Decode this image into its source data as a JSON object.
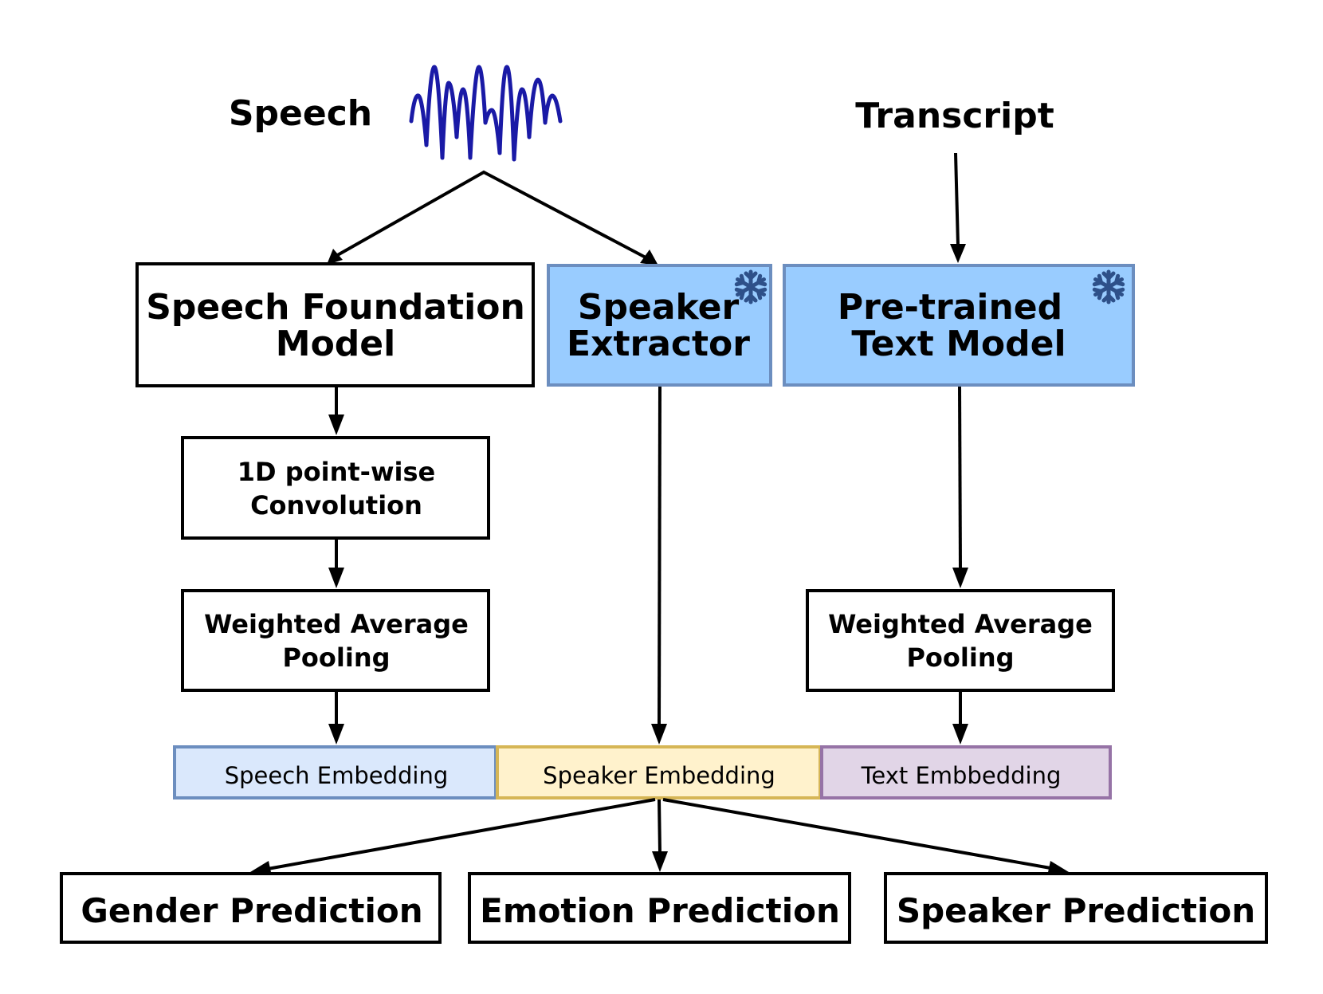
{
  "inputs": {
    "speech_label": "Speech",
    "speech_icon": "waveform-icon",
    "transcript_label": "Transcript"
  },
  "colors": {
    "frozen_fill": "#99ccff",
    "frozen_border": "#6c8ebf",
    "snowflake": "#2e5089",
    "waveform": "#1a1aa6",
    "speech_embedding_fill": "#dae8fc",
    "speech_embedding_border": "#6c8ebf",
    "speaker_embedding_fill": "#fff2cc",
    "speaker_embedding_border": "#d6b656",
    "text_embedding_fill": "#e1d5e7",
    "text_embedding_border": "#9673a6"
  },
  "nodes": {
    "speech_foundation_model": {
      "lines": [
        "Speech Foundation",
        "Model"
      ],
      "frozen": false
    },
    "speaker_extractor": {
      "lines": [
        "Speaker",
        "Extractor"
      ],
      "frozen": true,
      "icon": "snowflake-icon"
    },
    "text_model": {
      "lines": [
        "Pre-trained",
        "Text Model"
      ],
      "frozen": true,
      "icon": "snowflake-icon"
    },
    "conv": {
      "lines": [
        "1D point-wise",
        "Convolution"
      ]
    },
    "speech_pooling": {
      "lines": [
        "Weighted Average",
        "Pooling"
      ]
    },
    "text_pooling": {
      "lines": [
        "Weighted Average",
        "Pooling"
      ]
    }
  },
  "embeddings": {
    "speech": "Speech Embedding",
    "speaker": "Speaker Embedding",
    "text": "Text Embbedding"
  },
  "outputs": {
    "gender": "Gender Prediction",
    "emotion": "Emotion Prediction",
    "speaker": "Speaker Prediction"
  },
  "edges": [
    [
      "speech",
      "speech_foundation_model"
    ],
    [
      "speech",
      "speaker_extractor"
    ],
    [
      "transcript",
      "text_model"
    ],
    [
      "speech_foundation_model",
      "conv"
    ],
    [
      "conv",
      "speech_pooling"
    ],
    [
      "speech_pooling",
      "speech_embedding"
    ],
    [
      "speaker_extractor",
      "speaker_embedding"
    ],
    [
      "text_model",
      "text_pooling"
    ],
    [
      "text_pooling",
      "text_embedding"
    ],
    [
      "embeddings",
      "gender"
    ],
    [
      "embeddings",
      "emotion"
    ],
    [
      "embeddings",
      "speaker"
    ]
  ]
}
